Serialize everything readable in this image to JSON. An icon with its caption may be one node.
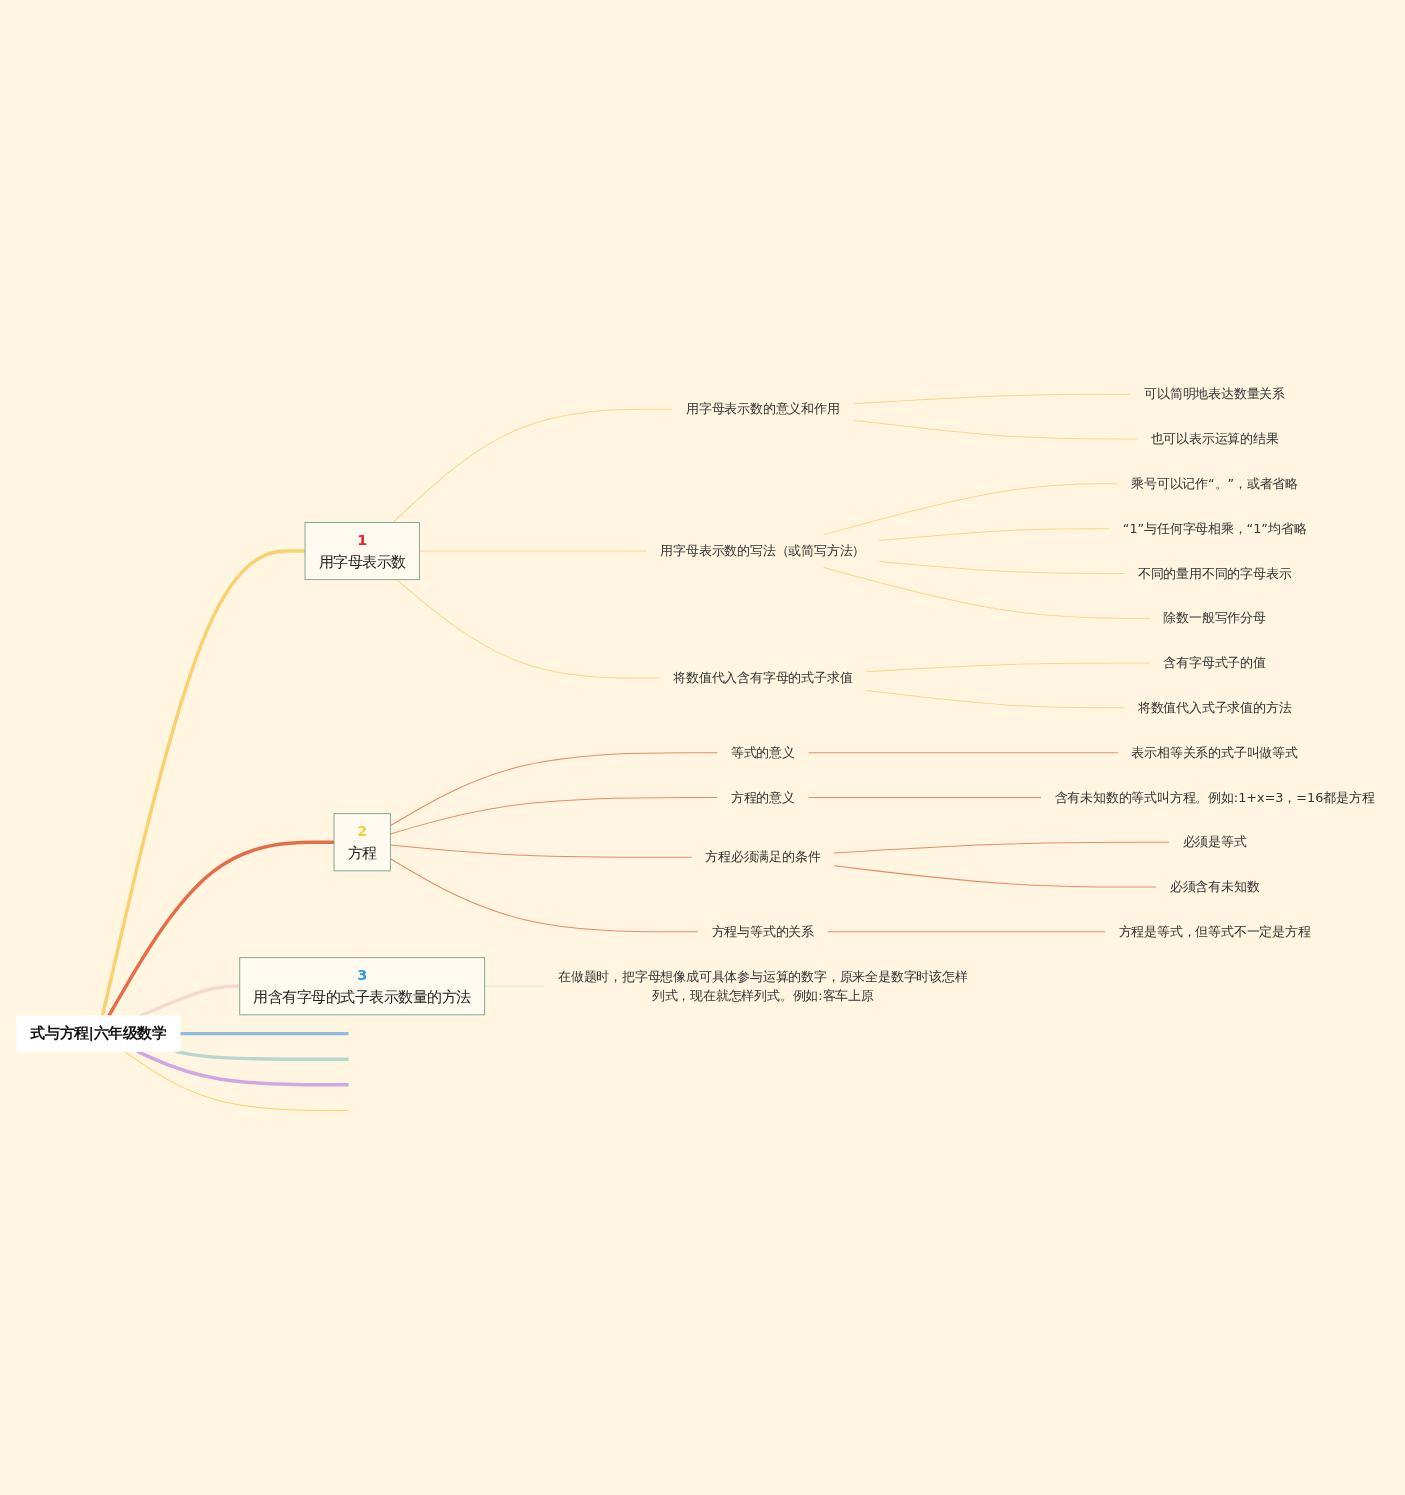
{
  "diagram": {
    "nodes": [
      {
        "text": [
          "式与方程|六年级数学"
        ]
      },
      {
        "text": [
          "1",
          "用字母表示数"
        ]
      },
      {
        "text": [
          "用字母表示数的意义和作用"
        ]
      },
      {
        "text": [
          "可以简明地表达数量关系"
        ]
      },
      {
        "text": [
          "也可以表示运算的结果"
        ]
      },
      {
        "text": [
          "用字母表示数的写法（或简写方法）"
        ]
      },
      {
        "text": [
          "乘号可以记作“。”，或者省略"
        ]
      },
      {
        "text": [
          "“1”与任何字母相乘，“1”均省略"
        ]
      },
      {
        "text": [
          "不同的量用不同的字母表示"
        ]
      },
      {
        "text": [
          "除数一般写作分母"
        ]
      },
      {
        "text": [
          "将数值代入含有字母的式子求值"
        ]
      },
      {
        "text": [
          "含有字母式子的值"
        ]
      },
      {
        "text": [
          "将数值代入式子求值的方法"
        ]
      },
      {
        "text": [
          "2",
          "方程"
        ]
      },
      {
        "text": [
          "等式的意义"
        ]
      },
      {
        "text": [
          "表示相等关系的式子叫做等式"
        ]
      },
      {
        "text": [
          "方程的意义"
        ]
      },
      {
        "text": [
          "含有未知数的等式叫方程。例如:1+x=3，=16都是方程"
        ]
      },
      {
        "text": [
          "方程必须满足的条件"
        ]
      },
      {
        "text": [
          "必须是等式"
        ]
      },
      {
        "text": [
          "必须含有未知数"
        ]
      },
      {
        "text": [
          "方程与等式的关系"
        ]
      },
      {
        "text": [
          "方程是等式，但等式不一定是方程"
        ]
      },
      {
        "text": [
          "3",
          "用含有字母的式子表示数量的方法"
        ]
      },
      {
        "text": [
          "在做题时，把字母想像成可具体参与运算的数字，原来全是数字时该怎样列式，现在就怎样列式。例如:客车上原"
        ]
      }
    ],
    "edges": [
      {
        "from": 0,
        "to": 1,
        "arrow": "none",
        "style": "thick",
        "color": "#f7d26e"
      },
      {
        "from": 1,
        "to": 2,
        "arrow": "none",
        "color": "#f8d88a"
      },
      {
        "from": 2,
        "to": 3,
        "arrow": "none",
        "color": "#f8d88a"
      },
      {
        "from": 2,
        "to": 4,
        "arrow": "none",
        "color": "#f8d88a"
      },
      {
        "from": 1,
        "to": 5,
        "arrow": "none",
        "color": "#f8d88a"
      },
      {
        "from": 5,
        "to": 6,
        "arrow": "none",
        "color": "#f8d88a"
      },
      {
        "from": 5,
        "to": 7,
        "arrow": "none",
        "color": "#f8d88a"
      },
      {
        "from": 5,
        "to": 8,
        "arrow": "none",
        "color": "#f8d88a"
      },
      {
        "from": 5,
        "to": 9,
        "arrow": "none",
        "color": "#f8d88a"
      },
      {
        "from": 1,
        "to": 10,
        "arrow": "none",
        "color": "#f8d88a"
      },
      {
        "from": 10,
        "to": 11,
        "arrow": "none",
        "color": "#f8d88a"
      },
      {
        "from": 10,
        "to": 12,
        "arrow": "none",
        "color": "#f8d88a"
      },
      {
        "from": 0,
        "to": 13,
        "arrow": "none",
        "style": "thick",
        "color": "#e66d4a"
      },
      {
        "from": 13,
        "to": 14,
        "arrow": "none",
        "color": "#ea8a6c"
      },
      {
        "from": 14,
        "to": 15,
        "arrow": "none",
        "color": "#ea8a6c"
      },
      {
        "from": 13,
        "to": 16,
        "arrow": "none",
        "color": "#ea8a6c"
      },
      {
        "from": 16,
        "to": 17,
        "arrow": "none",
        "color": "#ea8a6c"
      },
      {
        "from": 13,
        "to": 18,
        "arrow": "none",
        "color": "#ea8a6c"
      },
      {
        "from": 18,
        "to": 19,
        "arrow": "none",
        "color": "#ea8a6c"
      },
      {
        "from": 18,
        "to": 20,
        "arrow": "none",
        "color": "#ea8a6c"
      },
      {
        "from": 13,
        "to": 21,
        "arrow": "none",
        "color": "#ea8a6c"
      },
      {
        "from": 21,
        "to": 22,
        "arrow": "none",
        "color": "#ea8a6c"
      },
      {
        "from": 0,
        "to": 23,
        "arrow": "none",
        "style": "thick",
        "color": "#f5d9cc"
      },
      {
        "from": 23,
        "to": 24,
        "arrow": "none",
        "color": "#f0e2d2"
      },
      {
        "from": 0,
        "to": null,
        "arrow": "none",
        "style": "thick",
        "color": "#8fb8e2"
      },
      {
        "from": 0,
        "to": null,
        "arrow": "none",
        "style": "thick",
        "color": "#b6d6cf"
      },
      {
        "from": 0,
        "to": null,
        "arrow": "none",
        "style": "thick",
        "color": "#d2a6e0"
      },
      {
        "from": 0,
        "to": null,
        "arrow": "none",
        "color": "#f7d26e"
      }
    ]
  }
}
